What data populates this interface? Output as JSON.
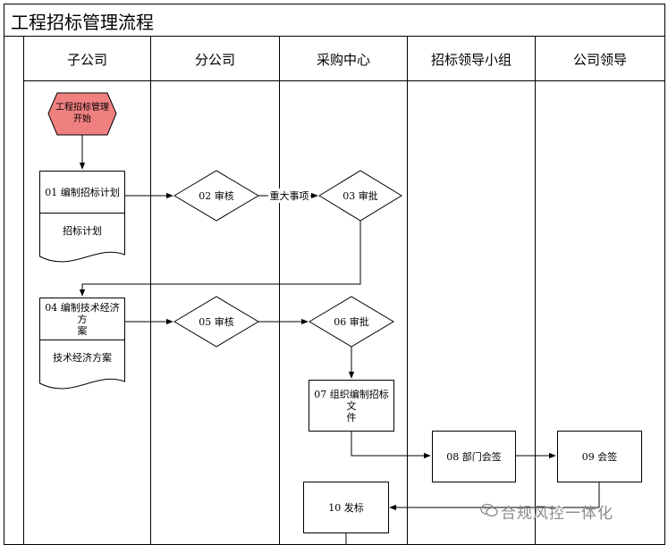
{
  "title": "工程招标管理流程",
  "lanes": [
    "子公司",
    "分公司",
    "采购中心",
    "招标领导小组",
    "公司领导"
  ],
  "nodes": {
    "start": "工程招标管理\n开始",
    "n01": "01 编制招标计划",
    "n01_doc": "招标计划",
    "n02": "02 审核",
    "n03": "03 审批",
    "n04": "04 编制技术经济方\n案",
    "n04_doc": "技术经济方案",
    "n05": "05 审核",
    "n06": "06 审批",
    "n07": "07 组织编制招标文\n件",
    "n08": "08 部门会签",
    "n09": "09 会签",
    "n10": "10 发标"
  },
  "edge_labels": {
    "major": "重大事项"
  },
  "watermark": "合规风控一体化",
  "colors": {
    "start_fill": "#f08080",
    "line": "#000000"
  }
}
